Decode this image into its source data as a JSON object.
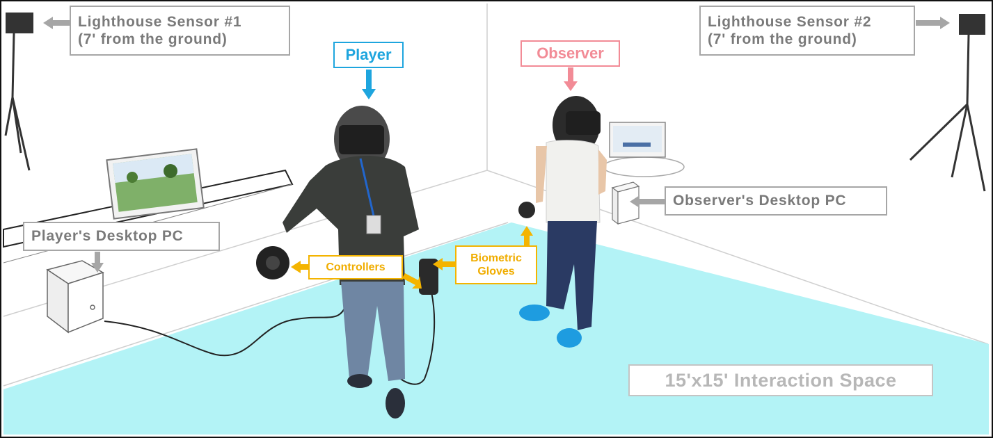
{
  "labels": {
    "sensor_1": {
      "line1": "Lighthouse Sensor #1",
      "line2": "(7' from the ground)"
    },
    "sensor_2": {
      "line1": "Lighthouse Sensor #2",
      "line2": "(7' from the ground)"
    },
    "player": "Player",
    "observer": "Observer",
    "player_pc": "Player's Desktop PC",
    "observer_pc": "Observer's Desktop PC",
    "controllers": "Controllers",
    "gloves": {
      "line1": "Biometric",
      "line2": "Gloves"
    },
    "space": "15'x15' Interaction Space"
  },
  "colors": {
    "player": "#1ea5de",
    "observer": "#f28b96",
    "devices": "#f4b400",
    "neutral_label": "#7a7a7a",
    "floor": "#b3f3f6"
  }
}
